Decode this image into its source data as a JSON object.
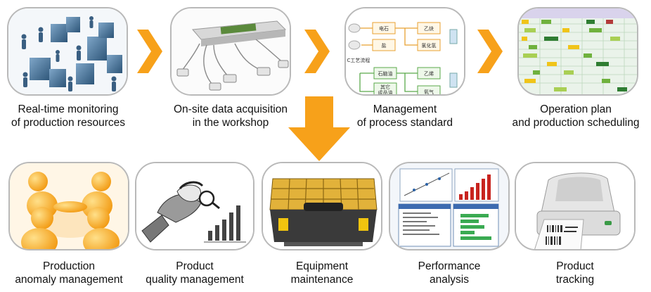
{
  "top_row": [
    {
      "id": "monitoring",
      "line1": "Real-time monitoring",
      "line2": "of production resources"
    },
    {
      "id": "acquisition",
      "line1": "On-site data acquisition",
      "line2": "in the workshop"
    },
    {
      "id": "process-standard",
      "line1": "Management",
      "line2": "of process standard"
    },
    {
      "id": "scheduling",
      "line1": "Operation plan",
      "line2": "and production scheduling"
    }
  ],
  "bottom_row": [
    {
      "id": "anomaly",
      "line1": "Production",
      "line2": "anomaly management"
    },
    {
      "id": "quality",
      "line1": "Product",
      "line2": "quality management"
    },
    {
      "id": "maintenance",
      "line1": "Equipment",
      "line2": "maintenance"
    },
    {
      "id": "performance",
      "line1": "Performance",
      "line2": "analysis"
    },
    {
      "id": "tracking",
      "line1": "Product",
      "line2": "tracking"
    }
  ],
  "flowchart_text": {
    "box1": "电石",
    "box2": "乙炔",
    "box3": "盐",
    "box4": "氯化氢",
    "section_label": "C工艺流程",
    "box5": "石脑油",
    "box6": "乙烯",
    "box7": "其它",
    "box7b": "成品油",
    "box8": "氧气"
  },
  "colors": {
    "arrow": "#f7a11a",
    "card_border": "#b9b9b9",
    "text": "#111111"
  },
  "icons": [
    "chevron-right-icon",
    "arrow-down-icon"
  ]
}
